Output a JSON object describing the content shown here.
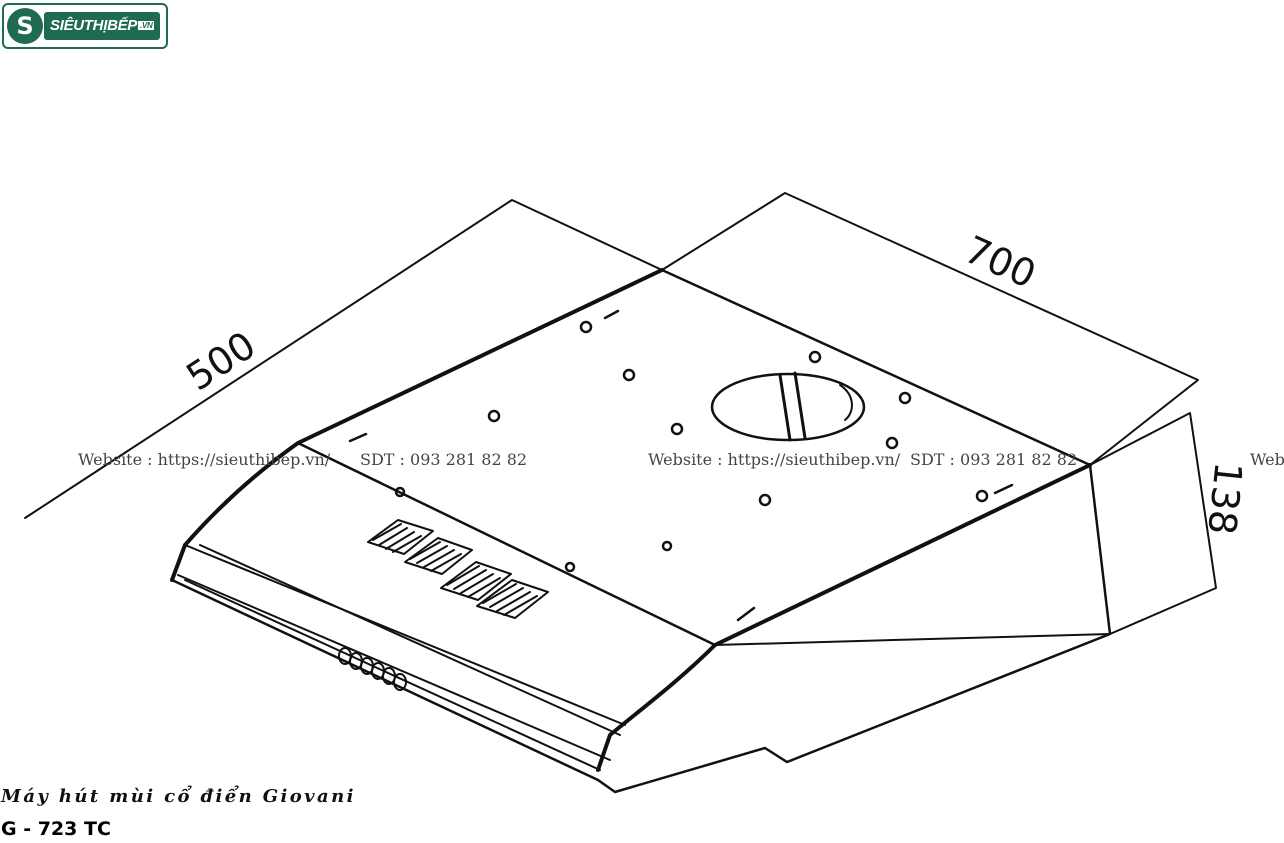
{
  "logo": {
    "name": "SIÊUTHỊBẾP",
    "suffix": ".VN",
    "mark": "S"
  },
  "dimensions": {
    "depth": "500",
    "width": "700",
    "height": "138"
  },
  "watermarks": {
    "website": "Website : https://sieuthibep.vn/",
    "phone": "SDT : 093 281 82 82",
    "partial": "Web"
  },
  "caption": {
    "product_name": "Máy hút mùi cổ điển Giovani",
    "model": "G - 723 TC"
  },
  "colors": {
    "brand": "#1e6b4f",
    "line": "#111111"
  }
}
